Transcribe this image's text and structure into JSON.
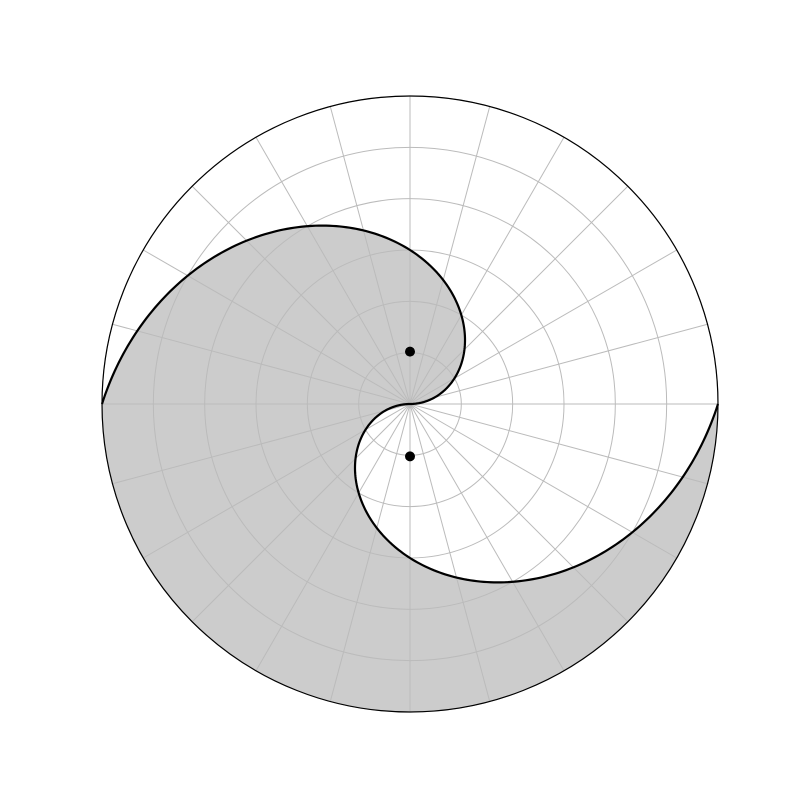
{
  "diagram": {
    "kind": "polar-grid spiral yin-yang",
    "grid": {
      "rings": 6,
      "spokes": 24,
      "line_color": "#bbbbbb"
    },
    "outline_color": "#000000",
    "shaded_region_color": "#cccccc",
    "background_color": "#ffffff",
    "spiral_curve": {
      "type": "archimedean",
      "turns": 0.5,
      "stroke": "#000000"
    },
    "marked_points": [
      {
        "name": "upper-point",
        "r_fraction": 0.17,
        "angle_deg": 90
      },
      {
        "name": "lower-point",
        "r_fraction": 0.17,
        "angle_deg": -90
      }
    ]
  }
}
